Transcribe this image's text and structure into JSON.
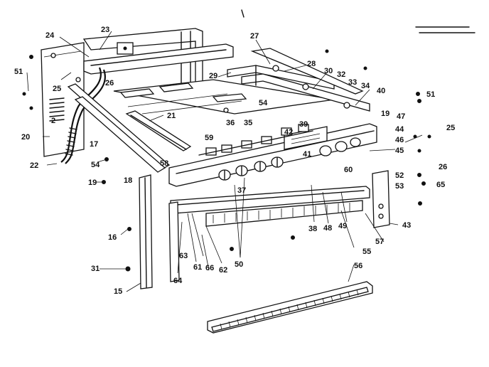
{
  "diagram": {
    "callouts": [
      {
        "n": "23"
      },
      {
        "n": "24"
      },
      {
        "n": "27"
      },
      {
        "n": "28"
      },
      {
        "n": "29"
      },
      {
        "n": "30"
      },
      {
        "n": "32"
      },
      {
        "n": "33"
      },
      {
        "n": "34"
      },
      {
        "n": "40"
      },
      {
        "n": "51"
      },
      {
        "n": "25"
      },
      {
        "n": "26"
      },
      {
        "n": "2"
      },
      {
        "n": "20"
      },
      {
        "n": "21"
      },
      {
        "n": "22"
      },
      {
        "n": "17"
      },
      {
        "n": "54"
      },
      {
        "n": "19"
      },
      {
        "n": "18"
      },
      {
        "n": "58"
      },
      {
        "n": "59"
      },
      {
        "n": "36"
      },
      {
        "n": "35"
      },
      {
        "n": "42"
      },
      {
        "n": "39"
      },
      {
        "n": "41"
      },
      {
        "n": "47"
      },
      {
        "n": "44"
      },
      {
        "n": "46"
      },
      {
        "n": "45"
      },
      {
        "n": "60"
      },
      {
        "n": "52"
      },
      {
        "n": "53"
      },
      {
        "n": "65"
      },
      {
        "n": "43"
      },
      {
        "n": "57"
      },
      {
        "n": "55"
      },
      {
        "n": "48"
      },
      {
        "n": "49"
      },
      {
        "n": "38"
      },
      {
        "n": "37"
      },
      {
        "n": "50"
      },
      {
        "n": "16"
      },
      {
        "n": "31"
      },
      {
        "n": "15"
      },
      {
        "n": "63"
      },
      {
        "n": "61"
      },
      {
        "n": "62"
      },
      {
        "n": "66"
      },
      {
        "n": "64"
      },
      {
        "n": "56"
      }
    ]
  }
}
